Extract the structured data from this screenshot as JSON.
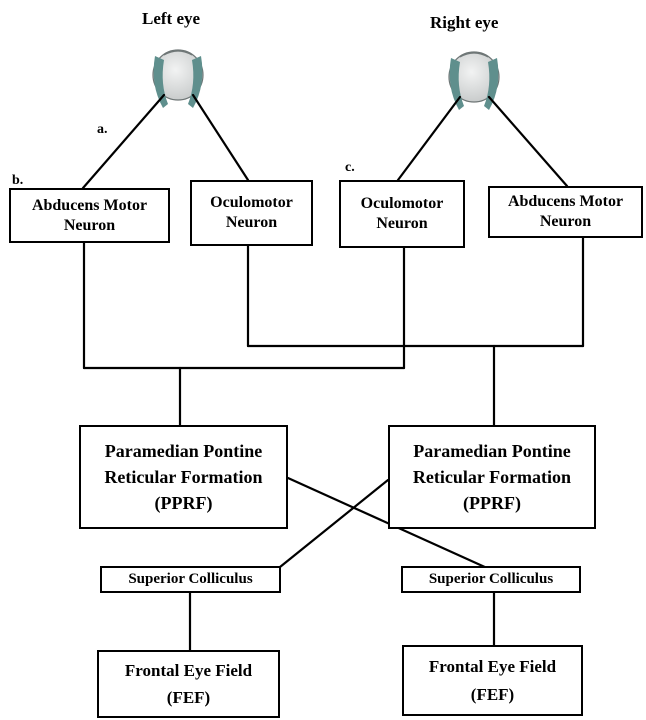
{
  "eyes": {
    "left": {
      "title": "Left eye"
    },
    "right": {
      "title": "Right eye"
    }
  },
  "labels": {
    "a": "a.",
    "b": "b.",
    "c": "c."
  },
  "boxes": {
    "left_abducens": {
      "line1": "Abducens Motor",
      "line2": "Neuron"
    },
    "left_oculomotor": {
      "line1": "Oculomotor",
      "line2": "Neuron"
    },
    "right_oculomotor": {
      "line1": "Oculomotor",
      "line2": "Neuron"
    },
    "right_abducens": {
      "line1": "Abducens Motor",
      "line2": "Neuron"
    },
    "left_pprf": {
      "line1": "Paramedian Pontine",
      "line2": "Reticular Formation",
      "line3": "(PPRF)"
    },
    "right_pprf": {
      "line1": "Paramedian Pontine",
      "line2": "Reticular Formation",
      "line3": "(PPRF)"
    },
    "left_sc": {
      "line1": "Superior Colliculus"
    },
    "right_sc": {
      "line1": "Superior Colliculus"
    },
    "left_fef": {
      "line1": "Frontal Eye Field",
      "line2": "(FEF)"
    },
    "right_fef": {
      "line1": "Frontal Eye Field",
      "line2": "(FEF)"
    }
  },
  "colors": {
    "eye_fill": "#d4d6d6",
    "eye_lid": "#5f8f8d",
    "line": "#000000"
  }
}
